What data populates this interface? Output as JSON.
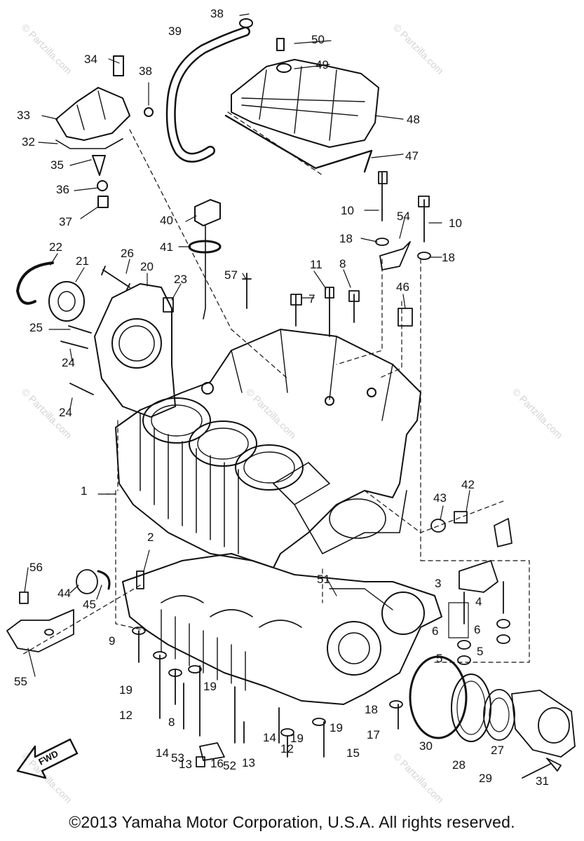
{
  "diagram": {
    "watermark": "© Partzilla.com",
    "fwd_label": "FWD",
    "copyright": "©2013 Yamaha Motor Corporation, U.S.A. All rights reserved.",
    "part_labels": [
      "1",
      "2",
      "3",
      "4",
      "5",
      "5",
      "6",
      "6",
      "7",
      "8",
      "8",
      "9",
      "10",
      "10",
      "11",
      "12",
      "12",
      "13",
      "13",
      "14",
      "14",
      "15",
      "16",
      "17",
      "18",
      "18",
      "18",
      "19",
      "19",
      "19",
      "19",
      "20",
      "21",
      "22",
      "23",
      "24",
      "24",
      "25",
      "26",
      "27",
      "28",
      "29",
      "30",
      "31",
      "32",
      "33",
      "34",
      "35",
      "36",
      "37",
      "38",
      "38",
      "39",
      "40",
      "41",
      "42",
      "43",
      "44",
      "45",
      "46",
      "47",
      "48",
      "49",
      "50",
      "51",
      "52",
      "53",
      "54",
      "55",
      "56",
      "57"
    ]
  }
}
